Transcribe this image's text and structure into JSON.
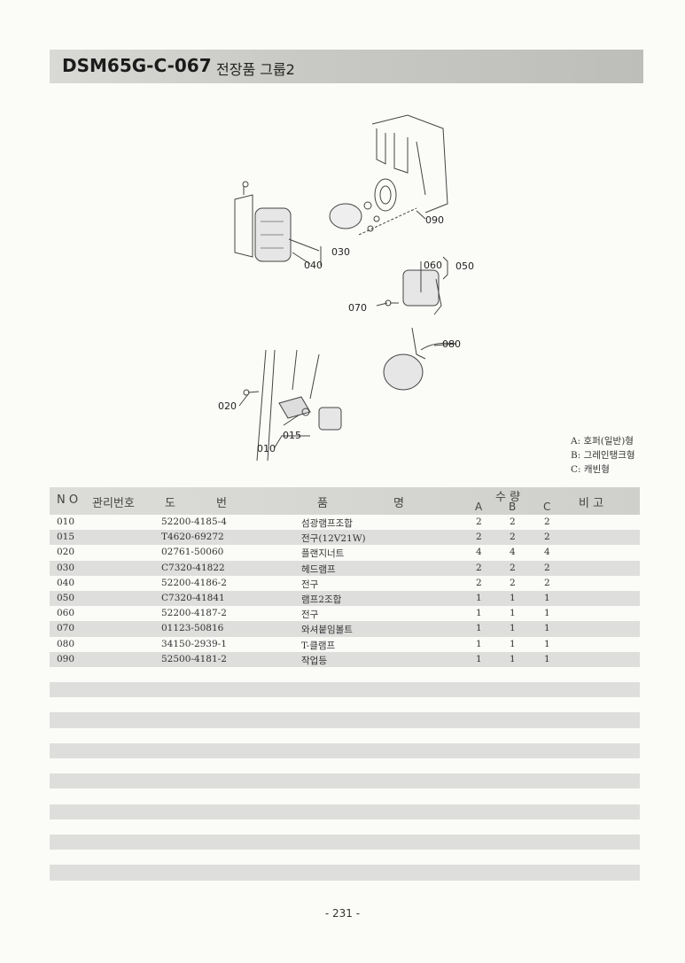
{
  "header": {
    "code": "DSM65G-C-067",
    "name": "전장품 그룹2"
  },
  "diagram": {
    "callouts": [
      "010",
      "015",
      "020",
      "030",
      "040",
      "050",
      "060",
      "070",
      "080",
      "090"
    ]
  },
  "legend": {
    "a": "A: 호퍼(일반)형",
    "b": "B: 그레인탱크형",
    "c": "C: 캐빈형"
  },
  "table": {
    "headers": {
      "no": "N O",
      "mgmt": "관리번호",
      "drawing_a": "도",
      "drawing_b": "번",
      "name_a": "품",
      "name_b": "명",
      "qty": "수 량",
      "qty_a": "A",
      "qty_b": "B",
      "qty_c": "C",
      "remark": "비 고"
    },
    "rows": [
      {
        "no": "010",
        "code": "52200-4185-4",
        "name": "섬광램프조합",
        "a": "2",
        "b": "2",
        "c": "2"
      },
      {
        "no": "015",
        "code": "T4620-69272",
        "name": "전구(12V21W)",
        "a": "2",
        "b": "2",
        "c": "2"
      },
      {
        "no": "020",
        "code": "02761-50060",
        "name": "플랜지너트",
        "a": "4",
        "b": "4",
        "c": "4"
      },
      {
        "no": "030",
        "code": "C7320-41822",
        "name": "헤드램프",
        "a": "2",
        "b": "2",
        "c": "2"
      },
      {
        "no": "040",
        "code": "52200-4186-2",
        "name": "전구",
        "a": "2",
        "b": "2",
        "c": "2"
      },
      {
        "no": "050",
        "code": "C7320-41841",
        "name": "램프2조합",
        "a": "1",
        "b": "1",
        "c": "1"
      },
      {
        "no": "060",
        "code": "52200-4187-2",
        "name": "전구",
        "a": "1",
        "b": "1",
        "c": "1"
      },
      {
        "no": "070",
        "code": "01123-50816",
        "name": "와셔붙임볼트",
        "a": "1",
        "b": "1",
        "c": "1"
      },
      {
        "no": "080",
        "code": "34150-2939-1",
        "name": "T-클램프",
        "a": "1",
        "b": "1",
        "c": "1"
      },
      {
        "no": "090",
        "code": "52500-4181-2",
        "name": "작업등",
        "a": "1",
        "b": "1",
        "c": "1"
      }
    ]
  },
  "page": {
    "number": "- 231 -"
  }
}
